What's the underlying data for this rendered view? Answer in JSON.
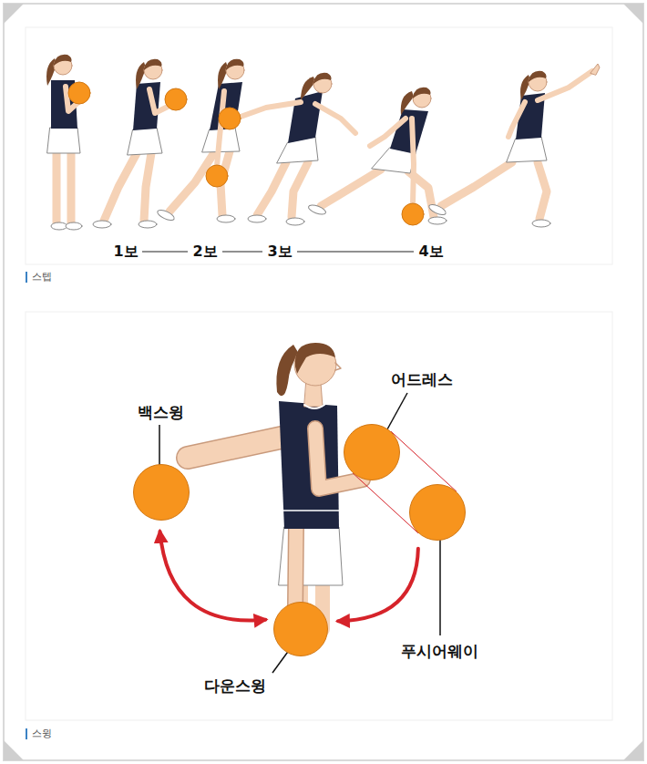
{
  "diagram": {
    "nodes": [
      {
        "text": [
          "백스윙"
        ]
      },
      {
        "text": [
          "어드레스"
        ]
      },
      {
        "text": [
          "푸시어웨이"
        ]
      },
      {
        "text": [
          "다운스윙"
        ]
      }
    ],
    "edges": [
      {
        "from": 0,
        "to": 3,
        "arrow": "both"
      },
      {
        "from": 2,
        "to": 3,
        "arrow": "to"
      },
      {
        "from": 1,
        "to": 2,
        "arrow": "none"
      }
    ],
    "labels": [
      "1보",
      "2보",
      "3보",
      "4보",
      "스텝",
      "스윙"
    ]
  }
}
